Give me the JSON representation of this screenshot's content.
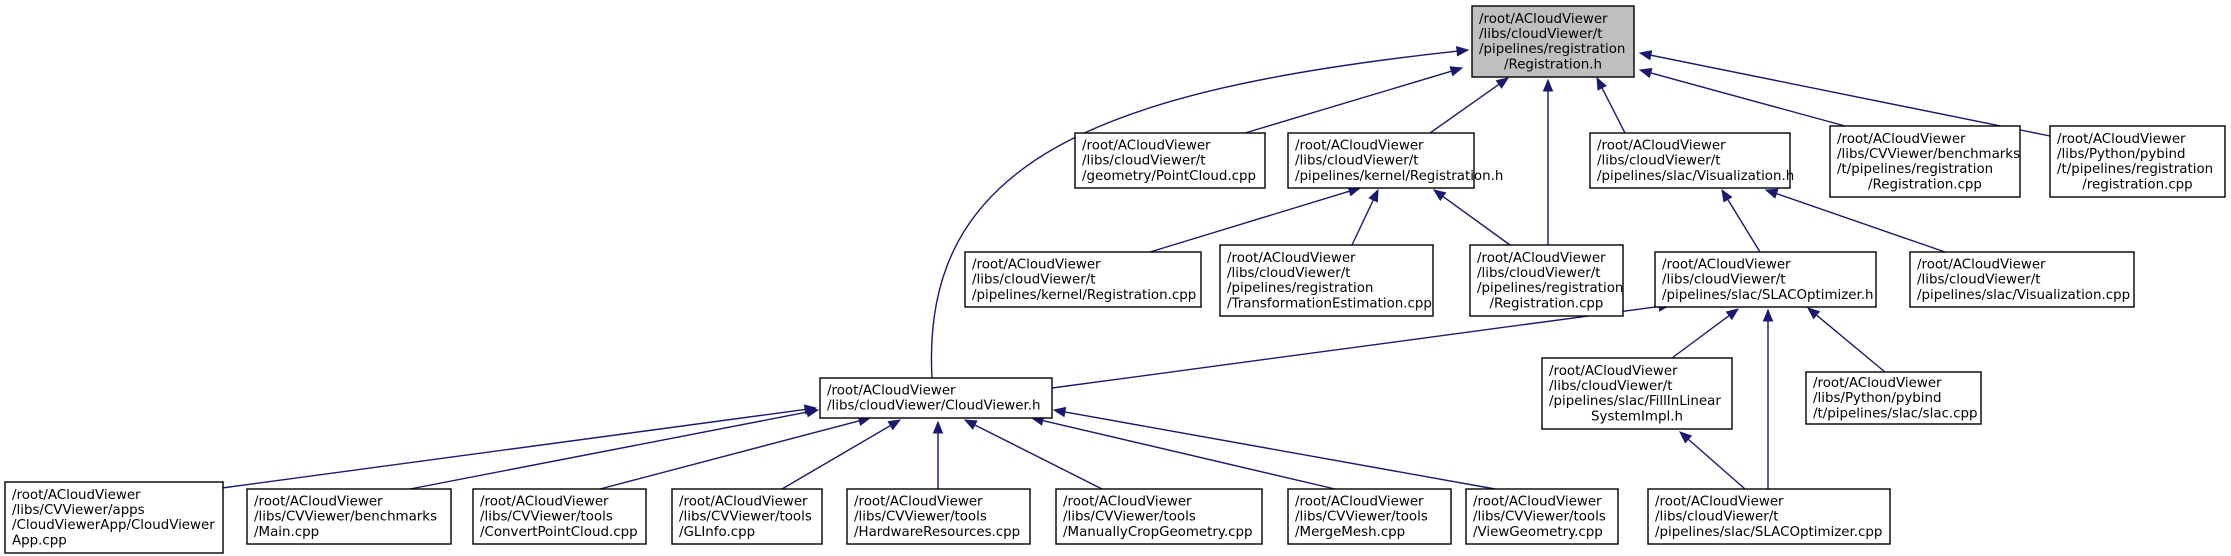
{
  "graph": {
    "colors": {
      "edge": "#191970",
      "root_fill": "#bfbfbf",
      "node_fill": "#ffffff",
      "border": "#000000"
    },
    "nodes": [
      {
        "id": "root",
        "lines": [
          "/root/ACloudViewer",
          "/libs/cloudViewer/t",
          "/pipelines/registration",
          "/Registration.h"
        ]
      },
      {
        "id": "pointcloud",
        "lines": [
          "/root/ACloudViewer",
          "/libs/cloudViewer/t",
          "/geometry/PointCloud.cpp"
        ]
      },
      {
        "id": "kernel_reg_h",
        "lines": [
          "/root/ACloudViewer",
          "/libs/cloudViewer/t",
          "/pipelines/kernel/Registration.h"
        ]
      },
      {
        "id": "slac_vis_h",
        "lines": [
          "/root/ACloudViewer",
          "/libs/cloudViewer/t",
          "/pipelines/slac/Visualization.h"
        ]
      },
      {
        "id": "bench_reg_cpp",
        "lines": [
          "/root/ACloudViewer",
          "/libs/CVViewer/benchmarks",
          "/t/pipelines/registration",
          "/Registration.cpp"
        ]
      },
      {
        "id": "pybind_reg_cpp",
        "lines": [
          "/root/ACloudViewer",
          "/libs/Python/pybind",
          "/t/pipelines/registration",
          "/registration.cpp"
        ]
      },
      {
        "id": "kernel_reg_cpp",
        "lines": [
          "/root/ACloudViewer",
          "/libs/cloudViewer/t",
          "/pipelines/kernel/Registration.cpp"
        ]
      },
      {
        "id": "transform_est",
        "lines": [
          "/root/ACloudViewer",
          "/libs/cloudViewer/t",
          "/pipelines/registration",
          "/TransformationEstimation.cpp"
        ]
      },
      {
        "id": "reg_cpp",
        "lines": [
          "/root/ACloudViewer",
          "/libs/cloudViewer/t",
          "/pipelines/registration",
          "/Registration.cpp"
        ]
      },
      {
        "id": "slac_opt_h",
        "lines": [
          "/root/ACloudViewer",
          "/libs/cloudViewer/t",
          "/pipelines/slac/SLACOptimizer.h"
        ]
      },
      {
        "id": "slac_vis_cpp",
        "lines": [
          "/root/ACloudViewer",
          "/libs/cloudViewer/t",
          "/pipelines/slac/Visualization.cpp"
        ]
      },
      {
        "id": "cloudviewer_h",
        "lines": [
          "/root/ACloudViewer",
          "/libs/cloudViewer/CloudViewer.h"
        ]
      },
      {
        "id": "fillin",
        "lines": [
          "/root/ACloudViewer",
          "/libs/cloudViewer/t",
          "/pipelines/slac/FillInLinear",
          "SystemImpl.h"
        ]
      },
      {
        "id": "pybind_slac",
        "lines": [
          "/root/ACloudViewer",
          "/libs/Python/pybind",
          "/t/pipelines/slac/slac.cpp"
        ]
      },
      {
        "id": "app_cpp",
        "lines": [
          "/root/ACloudViewer",
          "/libs/CVViewer/apps",
          "/CloudViewerApp/CloudViewer",
          "App.cpp"
        ]
      },
      {
        "id": "bench_main",
        "lines": [
          "/root/ACloudViewer",
          "/libs/CVViewer/benchmarks",
          "/Main.cpp"
        ]
      },
      {
        "id": "convert_pc",
        "lines": [
          "/root/ACloudViewer",
          "/libs/CVViewer/tools",
          "/ConvertPointCloud.cpp"
        ]
      },
      {
        "id": "glinfo",
        "lines": [
          "/root/ACloudViewer",
          "/libs/CVViewer/tools",
          "/GLInfo.cpp"
        ]
      },
      {
        "id": "hwres",
        "lines": [
          "/root/ACloudViewer",
          "/libs/CVViewer/tools",
          "/HardwareResources.cpp"
        ]
      },
      {
        "id": "crop",
        "lines": [
          "/root/ACloudViewer",
          "/libs/CVViewer/tools",
          "/ManuallyCropGeometry.cpp"
        ]
      },
      {
        "id": "merge",
        "lines": [
          "/root/ACloudViewer",
          "/libs/CVViewer/tools",
          "/MergeMesh.cpp"
        ]
      },
      {
        "id": "viewgeo",
        "lines": [
          "/root/ACloudViewer",
          "/libs/CVViewer/tools",
          "/ViewGeometry.cpp"
        ]
      },
      {
        "id": "slac_opt_cpp",
        "lines": [
          "/root/ACloudViewer",
          "/libs/cloudViewer/t",
          "/pipelines/slac/SLACOptimizer.cpp"
        ]
      }
    ],
    "edges": [
      {
        "from": "pointcloud",
        "to": "root"
      },
      {
        "from": "kernel_reg_h",
        "to": "root"
      },
      {
        "from": "slac_vis_h",
        "to": "root"
      },
      {
        "from": "bench_reg_cpp",
        "to": "root"
      },
      {
        "from": "pybind_reg_cpp",
        "to": "root"
      },
      {
        "from": "reg_cpp",
        "to": "root"
      },
      {
        "from": "cloudviewer_h",
        "to": "root"
      },
      {
        "from": "kernel_reg_cpp",
        "to": "kernel_reg_h"
      },
      {
        "from": "transform_est",
        "to": "kernel_reg_h"
      },
      {
        "from": "reg_cpp",
        "to": "kernel_reg_h"
      },
      {
        "from": "slac_opt_h",
        "to": "slac_vis_h"
      },
      {
        "from": "slac_vis_cpp",
        "to": "slac_vis_h"
      },
      {
        "from": "cloudviewer_h",
        "to": "slac_opt_h"
      },
      {
        "from": "fillin",
        "to": "slac_opt_h"
      },
      {
        "from": "slac_opt_cpp",
        "to": "slac_opt_h"
      },
      {
        "from": "pybind_slac",
        "to": "slac_opt_h"
      },
      {
        "from": "slac_opt_cpp",
        "to": "fillin"
      },
      {
        "from": "app_cpp",
        "to": "cloudviewer_h"
      },
      {
        "from": "bench_main",
        "to": "cloudviewer_h"
      },
      {
        "from": "convert_pc",
        "to": "cloudviewer_h"
      },
      {
        "from": "glinfo",
        "to": "cloudviewer_h"
      },
      {
        "from": "hwres",
        "to": "cloudviewer_h"
      },
      {
        "from": "crop",
        "to": "cloudviewer_h"
      },
      {
        "from": "merge",
        "to": "cloudviewer_h"
      },
      {
        "from": "viewgeo",
        "to": "cloudviewer_h"
      }
    ]
  }
}
